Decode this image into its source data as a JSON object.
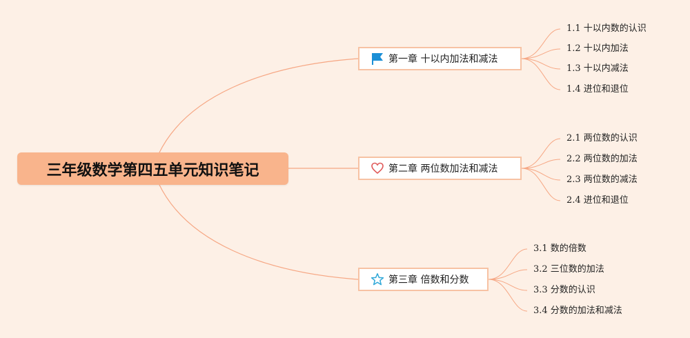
{
  "root": {
    "title": "三年级数学第四五单元知识笔记"
  },
  "chapters": [
    {
      "label": "第一章 十以内加法和减法",
      "icon": "flag-icon",
      "items": [
        "1.1 十以内数的认识",
        "1.2 十以内加法",
        "1.3 十以内减法",
        "1.4 进位和退位"
      ]
    },
    {
      "label": "第二章 两位数加法和减法",
      "icon": "heart-icon",
      "items": [
        "2.1 两位数的认识",
        "2.2 两位数的加法",
        "2.3 两位数的减法",
        "2.4 进位和退位"
      ]
    },
    {
      "label": "第三章 倍数和分数",
      "icon": "star-icon",
      "items": [
        "3.1 数的倍数",
        "3.2 三位数的加法",
        "3.3 分数的认识",
        "3.4 分数的加法和减法"
      ]
    }
  ],
  "colors": {
    "background": "#fdf0e6",
    "root_fill": "#f9b48c",
    "branch_line": "#f6a784",
    "flag_icon": "#1b8fd6",
    "heart_icon": "#e05a5a",
    "star_icon": "#2fa8d8"
  }
}
